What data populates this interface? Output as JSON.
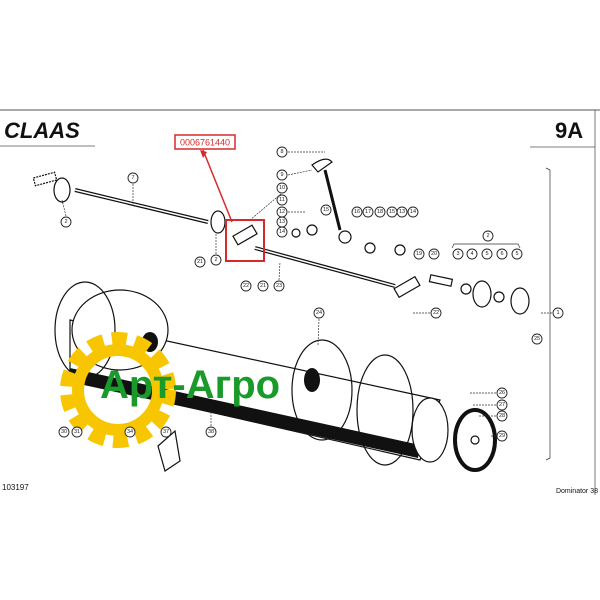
{
  "header": {
    "brand_logo": "CLAAS",
    "page_code": "9A"
  },
  "highlight": {
    "part_number": "0006761440",
    "color": "#d62a2a"
  },
  "footer": {
    "drawing_number": "103197",
    "model": "Dominator 38"
  },
  "watermark": {
    "text": "Арт-Агро",
    "gear_color": "#f7c600",
    "text_color": "#1a9a2a"
  },
  "callouts": [
    "7",
    "2",
    "2",
    "21",
    "8",
    "9",
    "10",
    "11",
    "12",
    "13",
    "14",
    "15",
    "16",
    "17",
    "18",
    "15",
    "13",
    "14",
    "22",
    "21",
    "23",
    "19",
    "20",
    "2",
    "3",
    "4",
    "5",
    "6",
    "5",
    "22",
    "25",
    "1",
    "24",
    "26",
    "27",
    "28",
    "29",
    "30",
    "31",
    "34",
    "37",
    "38"
  ]
}
